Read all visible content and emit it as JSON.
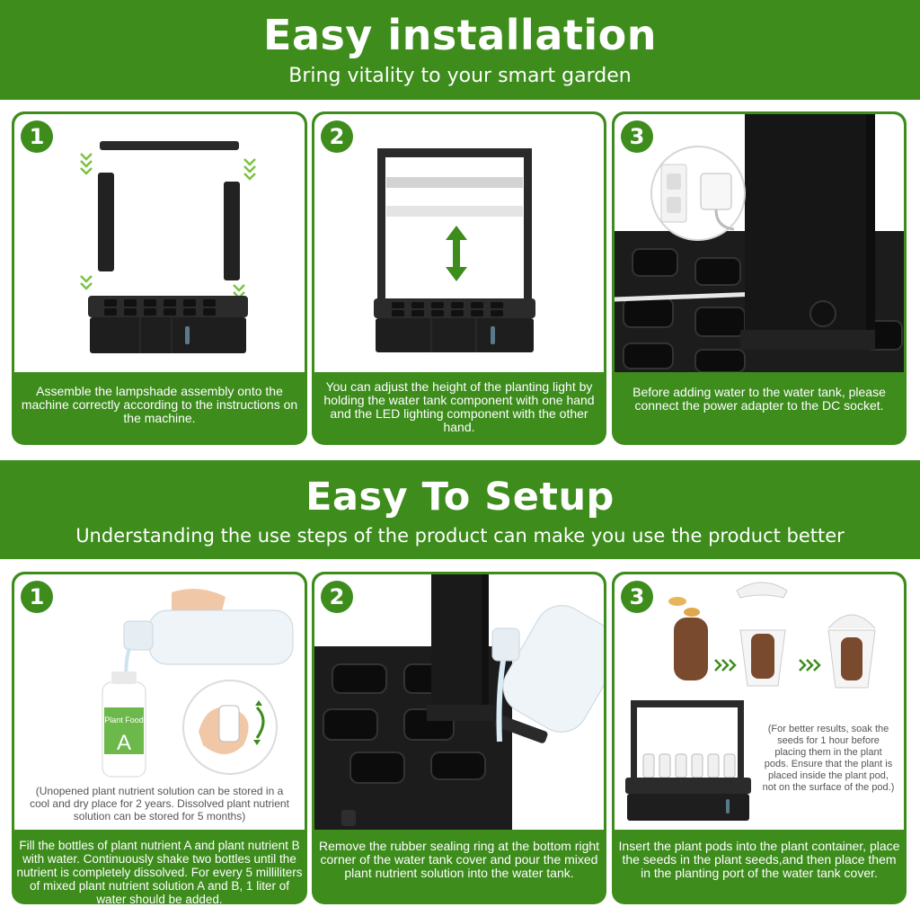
{
  "installation": {
    "title": "Easy installation",
    "subtitle": "Bring vitality to your smart garden",
    "steps": [
      {
        "number": "1",
        "caption": "Assemble the lampshade assembly onto the machine correctly according to the instructions on the machine."
      },
      {
        "number": "2",
        "caption": "You can adjust the height of the planting light by holding the water tank component with one hand and the LED lighting component with the other hand."
      },
      {
        "number": "3",
        "caption": "Before adding water to the water tank, please connect the power adapter to the DC socket."
      }
    ]
  },
  "setup": {
    "title": "Easy To Setup",
    "subtitle": "Understanding the use steps of the product can make you use the product better",
    "steps": [
      {
        "number": "1",
        "note": "(Unopened plant nutrient solution can be stored in a cool and dry place for 2 years. Dissolved plant nutrient solution can be stored for 5 months)",
        "caption": "Fill the bottles of plant nutrient A and plant nutrient B with water. Continuously shake two bottles until the nutrient is completely dissolved. For every 5 milliliters of mixed plant nutrient solution A and B, 1 liter of water should be added.",
        "bottle_label": "Plant Food",
        "bottle_letter": "A"
      },
      {
        "number": "2",
        "caption": "Remove the rubber sealing ring at the bottom right corner of the water tank cover and pour the mixed plant nutrient solution into the water tank."
      },
      {
        "number": "3",
        "note": "(For better results, soak the seeds for 1 hour before placing them in the plant pods. Ensure that the plant is placed inside the plant pod, not on the surface of the pod.)",
        "caption": "Insert the plant pods into the plant container, place the seeds in the plant seeds,and then place them in the planting port of the water tank cover."
      }
    ]
  },
  "colors": {
    "brand_green": "#3d8c1c",
    "device_black": "#1f1f1f"
  }
}
